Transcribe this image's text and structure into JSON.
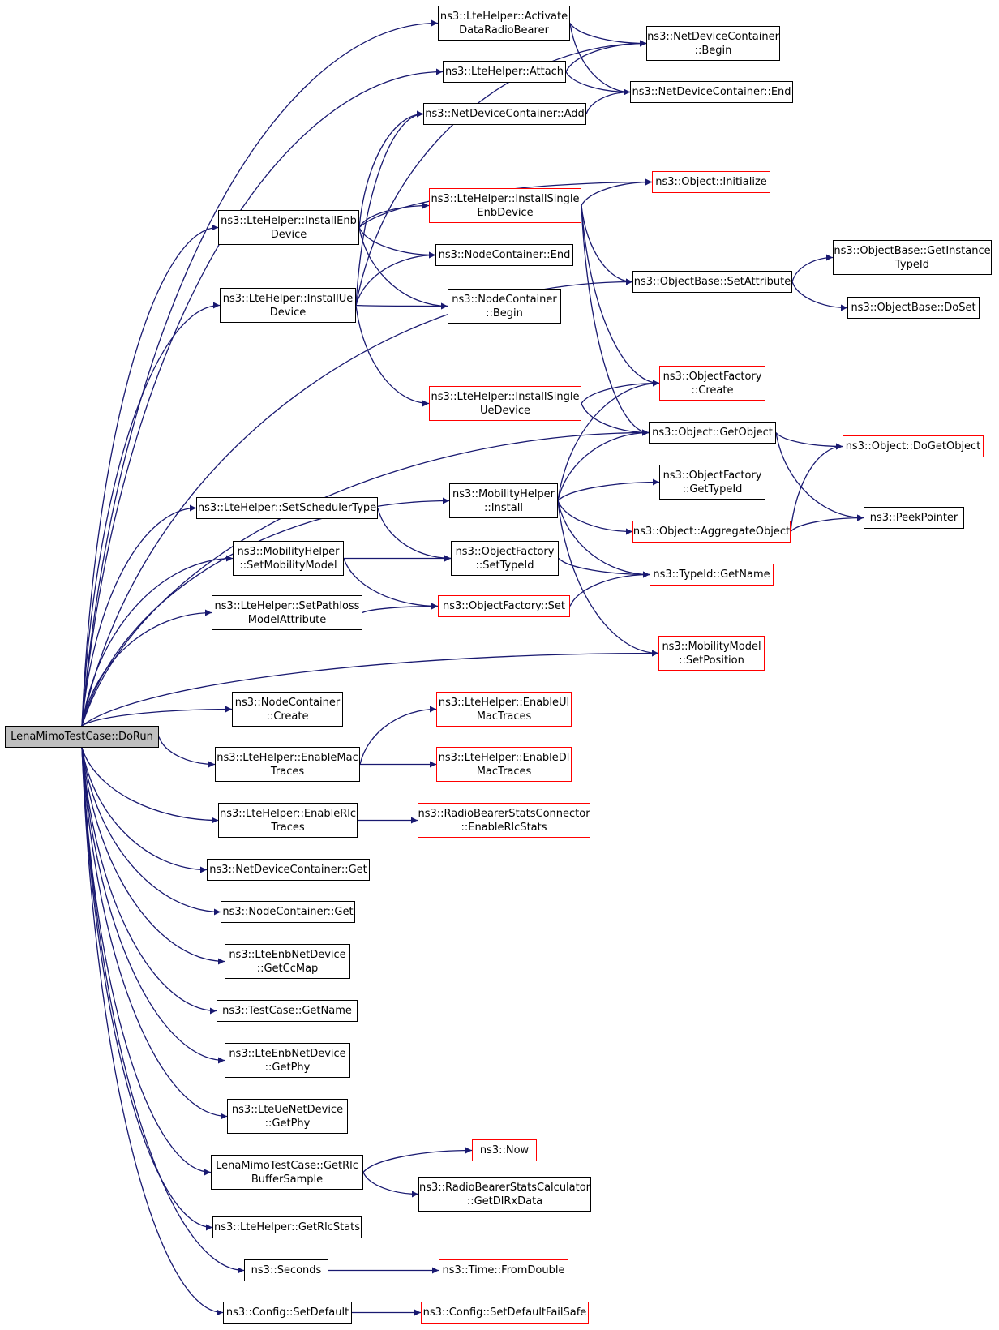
{
  "colors": {
    "edge": "#191970",
    "truncated_border": "#ff0000",
    "normal_border": "#000000",
    "root_fill": "#bfbfbf"
  },
  "nodes": [
    {
      "id": "root",
      "lines": [
        "LenaMimoTestCase::DoRun"
      ],
      "style": "root"
    },
    {
      "id": "activate",
      "lines": [
        "ns3::LteHelper::Activate",
        "DataRadioBearer"
      ],
      "style": "normal"
    },
    {
      "id": "attach",
      "lines": [
        "ns3::LteHelper::Attach"
      ],
      "style": "normal"
    },
    {
      "id": "ndc_add",
      "lines": [
        "ns3::NetDeviceContainer::Add"
      ],
      "style": "normal"
    },
    {
      "id": "ndc_begin",
      "lines": [
        "ns3::NetDeviceContainer",
        "::Begin"
      ],
      "style": "normal"
    },
    {
      "id": "ndc_end",
      "lines": [
        "ns3::NetDeviceContainer::End"
      ],
      "style": "normal"
    },
    {
      "id": "obj_init",
      "lines": [
        "ns3::Object::Initialize"
      ],
      "style": "red"
    },
    {
      "id": "install_enb",
      "lines": [
        "ns3::LteHelper::InstallEnb",
        "Device"
      ],
      "style": "normal"
    },
    {
      "id": "install_single_enb",
      "lines": [
        "ns3::LteHelper::InstallSingle",
        "EnbDevice"
      ],
      "style": "red"
    },
    {
      "id": "nc_end",
      "lines": [
        "ns3::NodeContainer::End"
      ],
      "style": "normal"
    },
    {
      "id": "objbase_getinst",
      "lines": [
        "ns3::ObjectBase::GetInstance",
        "TypeId"
      ],
      "style": "normal"
    },
    {
      "id": "objbase_setattr",
      "lines": [
        "ns3::ObjectBase::SetAttribute"
      ],
      "style": "normal"
    },
    {
      "id": "install_ue",
      "lines": [
        "ns3::LteHelper::InstallUe",
        "Device"
      ],
      "style": "normal"
    },
    {
      "id": "nc_begin",
      "lines": [
        "ns3::NodeContainer",
        "::Begin"
      ],
      "style": "normal"
    },
    {
      "id": "objbase_doset",
      "lines": [
        "ns3::ObjectBase::DoSet"
      ],
      "style": "normal"
    },
    {
      "id": "of_create",
      "lines": [
        "ns3::ObjectFactory",
        "::Create"
      ],
      "style": "red"
    },
    {
      "id": "install_single_ue",
      "lines": [
        "ns3::LteHelper::InstallSingle",
        "UeDevice"
      ],
      "style": "red"
    },
    {
      "id": "obj_getobject",
      "lines": [
        "ns3::Object::GetObject"
      ],
      "style": "normal"
    },
    {
      "id": "obj_dogetobject",
      "lines": [
        "ns3::Object::DoGetObject"
      ],
      "style": "red"
    },
    {
      "id": "mob_install",
      "lines": [
        "ns3::MobilityHelper",
        "::Install"
      ],
      "style": "normal"
    },
    {
      "id": "of_gettypeid",
      "lines": [
        "ns3::ObjectFactory",
        "::GetTypeId"
      ],
      "style": "normal"
    },
    {
      "id": "set_sched",
      "lines": [
        "ns3::LteHelper::SetSchedulerType"
      ],
      "style": "normal"
    },
    {
      "id": "obj_aggregate",
      "lines": [
        "ns3::Object::AggregateObject"
      ],
      "style": "red"
    },
    {
      "id": "peekpointer",
      "lines": [
        "ns3::PeekPointer"
      ],
      "style": "normal"
    },
    {
      "id": "mob_setmodel",
      "lines": [
        "ns3::MobilityHelper",
        "::SetMobilityModel"
      ],
      "style": "normal"
    },
    {
      "id": "of_settypeid",
      "lines": [
        "ns3::ObjectFactory",
        "::SetTypeId"
      ],
      "style": "normal"
    },
    {
      "id": "typeid_getname",
      "lines": [
        "ns3::TypeId::GetName"
      ],
      "style": "red"
    },
    {
      "id": "set_pathloss",
      "lines": [
        "ns3::LteHelper::SetPathloss",
        "ModelAttribute"
      ],
      "style": "normal"
    },
    {
      "id": "of_set",
      "lines": [
        "ns3::ObjectFactory::Set"
      ],
      "style": "red"
    },
    {
      "id": "mm_setpos",
      "lines": [
        "ns3::MobilityModel",
        "::SetPosition"
      ],
      "style": "red"
    },
    {
      "id": "nc_create",
      "lines": [
        "ns3::NodeContainer",
        "::Create"
      ],
      "style": "normal"
    },
    {
      "id": "enable_ul_mac",
      "lines": [
        "ns3::LteHelper::EnableUl",
        "MacTraces"
      ],
      "style": "red"
    },
    {
      "id": "enable_mac",
      "lines": [
        "ns3::LteHelper::EnableMac",
        "Traces"
      ],
      "style": "normal"
    },
    {
      "id": "enable_dl_mac",
      "lines": [
        "ns3::LteHelper::EnableDl",
        "MacTraces"
      ],
      "style": "red"
    },
    {
      "id": "enable_rlc",
      "lines": [
        "ns3::LteHelper::EnableRlc",
        "Traces"
      ],
      "style": "normal"
    },
    {
      "id": "rbsc_enable",
      "lines": [
        "ns3::RadioBearerStatsConnector",
        "::EnableRlcStats"
      ],
      "style": "red"
    },
    {
      "id": "ndc_get",
      "lines": [
        "ns3::NetDeviceContainer::Get"
      ],
      "style": "normal"
    },
    {
      "id": "nc_get",
      "lines": [
        "ns3::NodeContainer::Get"
      ],
      "style": "normal"
    },
    {
      "id": "enb_getccmap",
      "lines": [
        "ns3::LteEnbNetDevice",
        "::GetCcMap"
      ],
      "style": "normal"
    },
    {
      "id": "tc_getname",
      "lines": [
        "ns3::TestCase::GetName"
      ],
      "style": "normal"
    },
    {
      "id": "enb_getphy",
      "lines": [
        "ns3::LteEnbNetDevice",
        "::GetPhy"
      ],
      "style": "normal"
    },
    {
      "id": "ue_getphy",
      "lines": [
        "ns3::LteUeNetDevice",
        "::GetPhy"
      ],
      "style": "normal"
    },
    {
      "id": "getrlc_buf",
      "lines": [
        "LenaMimoTestCase::GetRlc",
        "BufferSample"
      ],
      "style": "normal"
    },
    {
      "id": "now",
      "lines": [
        "ns3::Now"
      ],
      "style": "red"
    },
    {
      "id": "rbscalc_getdl",
      "lines": [
        "ns3::RadioBearerStatsCalculator",
        "::GetDlRxData"
      ],
      "style": "normal"
    },
    {
      "id": "get_rlcstats",
      "lines": [
        "ns3::LteHelper::GetRlcStats"
      ],
      "style": "normal"
    },
    {
      "id": "seconds",
      "lines": [
        "ns3::Seconds"
      ],
      "style": "normal"
    },
    {
      "id": "time_fromdouble",
      "lines": [
        "ns3::Time::FromDouble"
      ],
      "style": "red"
    },
    {
      "id": "config_setdefault",
      "lines": [
        "ns3::Config::SetDefault"
      ],
      "style": "normal"
    },
    {
      "id": "config_failsafe",
      "lines": [
        "ns3::Config::SetDefaultFailSafe"
      ],
      "style": "red"
    }
  ],
  "edges": [
    [
      "root",
      "activate"
    ],
    [
      "root",
      "attach"
    ],
    [
      "root",
      "install_enb"
    ],
    [
      "root",
      "install_ue"
    ],
    [
      "root",
      "objbase_setattr"
    ],
    [
      "root",
      "obj_getobject"
    ],
    [
      "root",
      "mob_install"
    ],
    [
      "root",
      "set_sched"
    ],
    [
      "root",
      "mob_setmodel"
    ],
    [
      "root",
      "set_pathloss"
    ],
    [
      "root",
      "mm_setpos"
    ],
    [
      "root",
      "nc_create"
    ],
    [
      "root",
      "enable_mac"
    ],
    [
      "root",
      "enable_rlc"
    ],
    [
      "root",
      "ndc_get"
    ],
    [
      "root",
      "nc_get"
    ],
    [
      "root",
      "enb_getccmap"
    ],
    [
      "root",
      "tc_getname"
    ],
    [
      "root",
      "enb_getphy"
    ],
    [
      "root",
      "ue_getphy"
    ],
    [
      "root",
      "getrlc_buf"
    ],
    [
      "root",
      "get_rlcstats"
    ],
    [
      "root",
      "seconds"
    ],
    [
      "root",
      "config_setdefault"
    ],
    [
      "activate",
      "ndc_begin"
    ],
    [
      "activate",
      "ndc_end"
    ],
    [
      "attach",
      "ndc_begin"
    ],
    [
      "attach",
      "ndc_end"
    ],
    [
      "ndc_add",
      "ndc_end"
    ],
    [
      "install_enb",
      "ndc_add"
    ],
    [
      "install_enb",
      "obj_init"
    ],
    [
      "install_enb",
      "install_single_enb"
    ],
    [
      "install_enb",
      "nc_end"
    ],
    [
      "install_enb",
      "nc_begin"
    ],
    [
      "install_ue",
      "ndc_begin"
    ],
    [
      "install_ue",
      "ndc_add"
    ],
    [
      "install_ue",
      "nc_end"
    ],
    [
      "install_ue",
      "nc_begin"
    ],
    [
      "install_ue",
      "install_single_ue"
    ],
    [
      "install_single_enb",
      "obj_init"
    ],
    [
      "install_single_enb",
      "objbase_setattr"
    ],
    [
      "install_single_enb",
      "of_create"
    ],
    [
      "install_single_enb",
      "obj_getobject"
    ],
    [
      "objbase_setattr",
      "objbase_getinst"
    ],
    [
      "objbase_setattr",
      "objbase_doset"
    ],
    [
      "install_single_ue",
      "of_create"
    ],
    [
      "install_single_ue",
      "obj_getobject"
    ],
    [
      "obj_getobject",
      "obj_dogetobject"
    ],
    [
      "obj_getobject",
      "peekpointer"
    ],
    [
      "mob_install",
      "of_create"
    ],
    [
      "mob_install",
      "obj_getobject"
    ],
    [
      "mob_install",
      "of_gettypeid"
    ],
    [
      "mob_install",
      "obj_aggregate"
    ],
    [
      "mob_install",
      "typeid_getname"
    ],
    [
      "mob_install",
      "mm_setpos"
    ],
    [
      "obj_aggregate",
      "obj_dogetobject"
    ],
    [
      "obj_aggregate",
      "peekpointer"
    ],
    [
      "set_sched",
      "of_settypeid"
    ],
    [
      "mob_setmodel",
      "of_settypeid"
    ],
    [
      "mob_setmodel",
      "of_set"
    ],
    [
      "of_settypeid",
      "typeid_getname"
    ],
    [
      "set_pathloss",
      "of_set"
    ],
    [
      "of_set",
      "typeid_getname"
    ],
    [
      "enable_mac",
      "enable_ul_mac"
    ],
    [
      "enable_mac",
      "enable_dl_mac"
    ],
    [
      "enable_rlc",
      "rbsc_enable"
    ],
    [
      "getrlc_buf",
      "now"
    ],
    [
      "getrlc_buf",
      "rbscalc_getdl"
    ],
    [
      "seconds",
      "time_fromdouble"
    ],
    [
      "config_setdefault",
      "config_failsafe"
    ]
  ]
}
